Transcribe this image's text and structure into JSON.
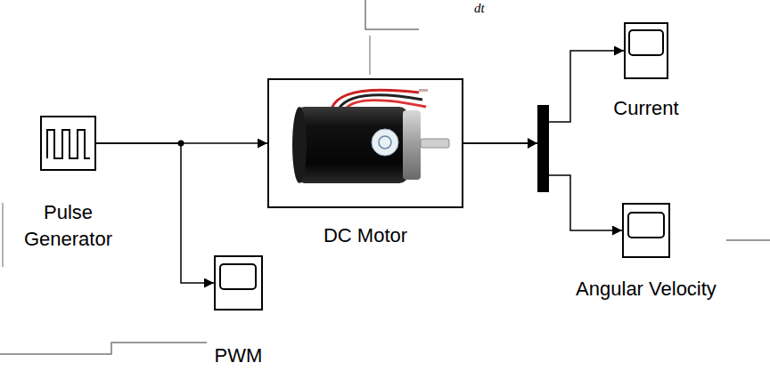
{
  "diagram": {
    "nodes": [
      {
        "text": [
          "Pulse Generator"
        ]
      },
      {
        "text": [
          "DC Motor"
        ]
      },
      {
        "text": [
          "Current"
        ]
      },
      {
        "text": [
          "Angular Velocity"
        ]
      },
      {
        "text": [
          "PWM"
        ]
      }
    ],
    "edges": [
      {
        "from": 0,
        "to": 1,
        "arrow": "to"
      },
      {
        "from": 0,
        "to": 4,
        "arrow": "to"
      },
      {
        "from": 1,
        "to": 2,
        "arrow": "to"
      },
      {
        "from": 1,
        "to": 3,
        "arrow": "to"
      }
    ],
    "labels": [
      "dt"
    ]
  }
}
